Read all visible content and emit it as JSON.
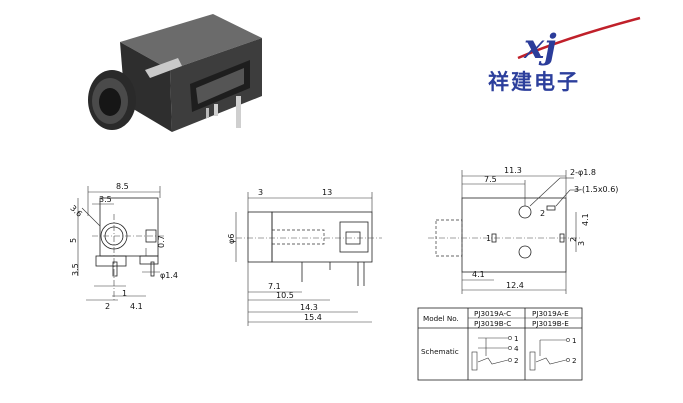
{
  "logo": {
    "mark": "xj",
    "company": "祥建电子",
    "colors": {
      "mark": "#2b3c9a",
      "swoosh": "#c0202a",
      "text": "#2c3f9c"
    }
  },
  "front_view": {
    "dims": [
      "8.5",
      "3.5",
      "5",
      "3.6",
      "0.7",
      "3.5",
      "φ1.4",
      "1",
      "2",
      "4.1"
    ]
  },
  "side_view": {
    "dims": [
      "3",
      "13",
      "φ6",
      "7.1",
      "10.5",
      "14.3",
      "15.4"
    ]
  },
  "bottom_view": {
    "dims": [
      "11.3",
      "7.5",
      "2-φ1.8",
      "3-(1.5x0.6)",
      "2",
      "1",
      "4.1",
      "2",
      "3",
      "4.1",
      "12.4"
    ]
  },
  "table": {
    "header": "Model No.",
    "models": [
      [
        "PJ3019A-C",
        "PJ3019A-E"
      ],
      [
        "PJ3019B-C",
        "PJ3019B-E"
      ]
    ],
    "schematic_label": "Schematic",
    "left_pins": [
      "1",
      "4",
      "2"
    ],
    "right_pins": [
      "1",
      "2"
    ]
  }
}
